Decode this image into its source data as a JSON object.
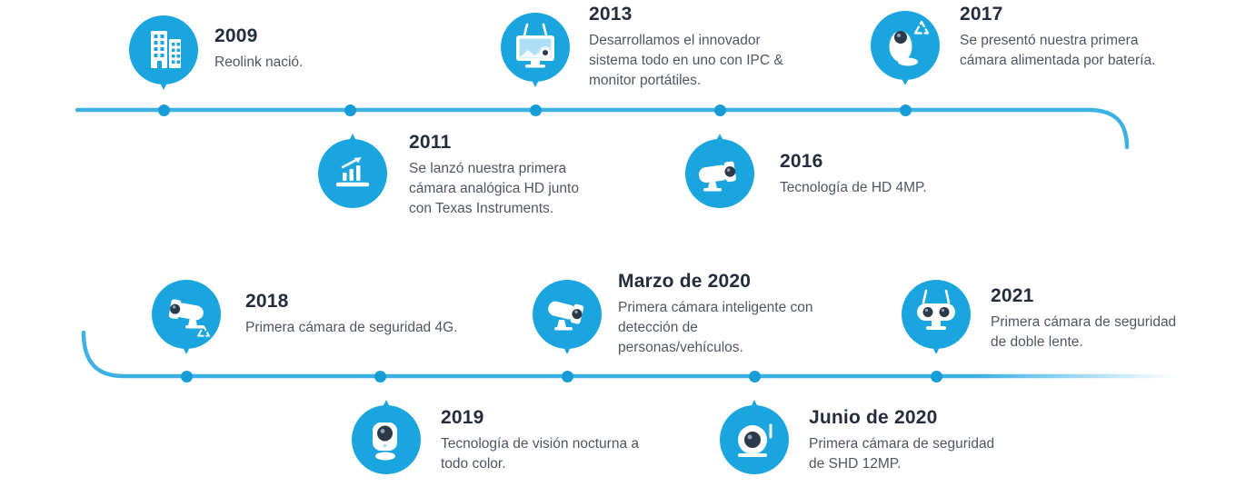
{
  "colors": {
    "accent": "#1BA5DF",
    "line": "#3EB1E4",
    "dot": "#179CD8",
    "heading": "#242D3C",
    "body_text": "#4E5761"
  },
  "milestones": [
    {
      "year": "2009",
      "description": "Reolink nació.",
      "icon": "building-icon",
      "side": "above"
    },
    {
      "year": "2011",
      "description": "Se lanzó nuestra primera cámara analógica HD junto con Texas Instruments.",
      "icon": "growth-chart-icon",
      "side": "below"
    },
    {
      "year": "2013",
      "description": "Desarrollamos el innovador sistema todo en uno con IPC & monitor portátiles.",
      "icon": "camera-kit-icon",
      "side": "above"
    },
    {
      "year": "2016",
      "description": "Tecnología de HD 4MP.",
      "icon": "bullet-camera-icon",
      "side": "below"
    },
    {
      "year": "2017",
      "description": "Se presentó nuestra primera cámara alimentada por batería.",
      "icon": "battery-camera-icon",
      "side": "above"
    },
    {
      "year": "2018",
      "description": "Primera cámara de seguridad 4G.",
      "icon": "4g-camera-icon",
      "side": "above"
    },
    {
      "year": "2019",
      "description": "Tecnología de visión nocturna a todo color.",
      "icon": "night-vision-camera-icon",
      "side": "below"
    },
    {
      "year": "Marzo de 2020",
      "description": "Primera cámara inteligente con detección de personas/vehículos.",
      "icon": "smart-camera-icon",
      "side": "above"
    },
    {
      "year": "Junio de 2020",
      "description": "Primera cámara de seguridad de SHD 12MP.",
      "icon": "dome-camera-icon",
      "side": "below"
    },
    {
      "year": "2021",
      "description": "Primera cámara de seguridad de doble lente.",
      "icon": "dual-lens-camera-icon",
      "side": "above"
    }
  ]
}
